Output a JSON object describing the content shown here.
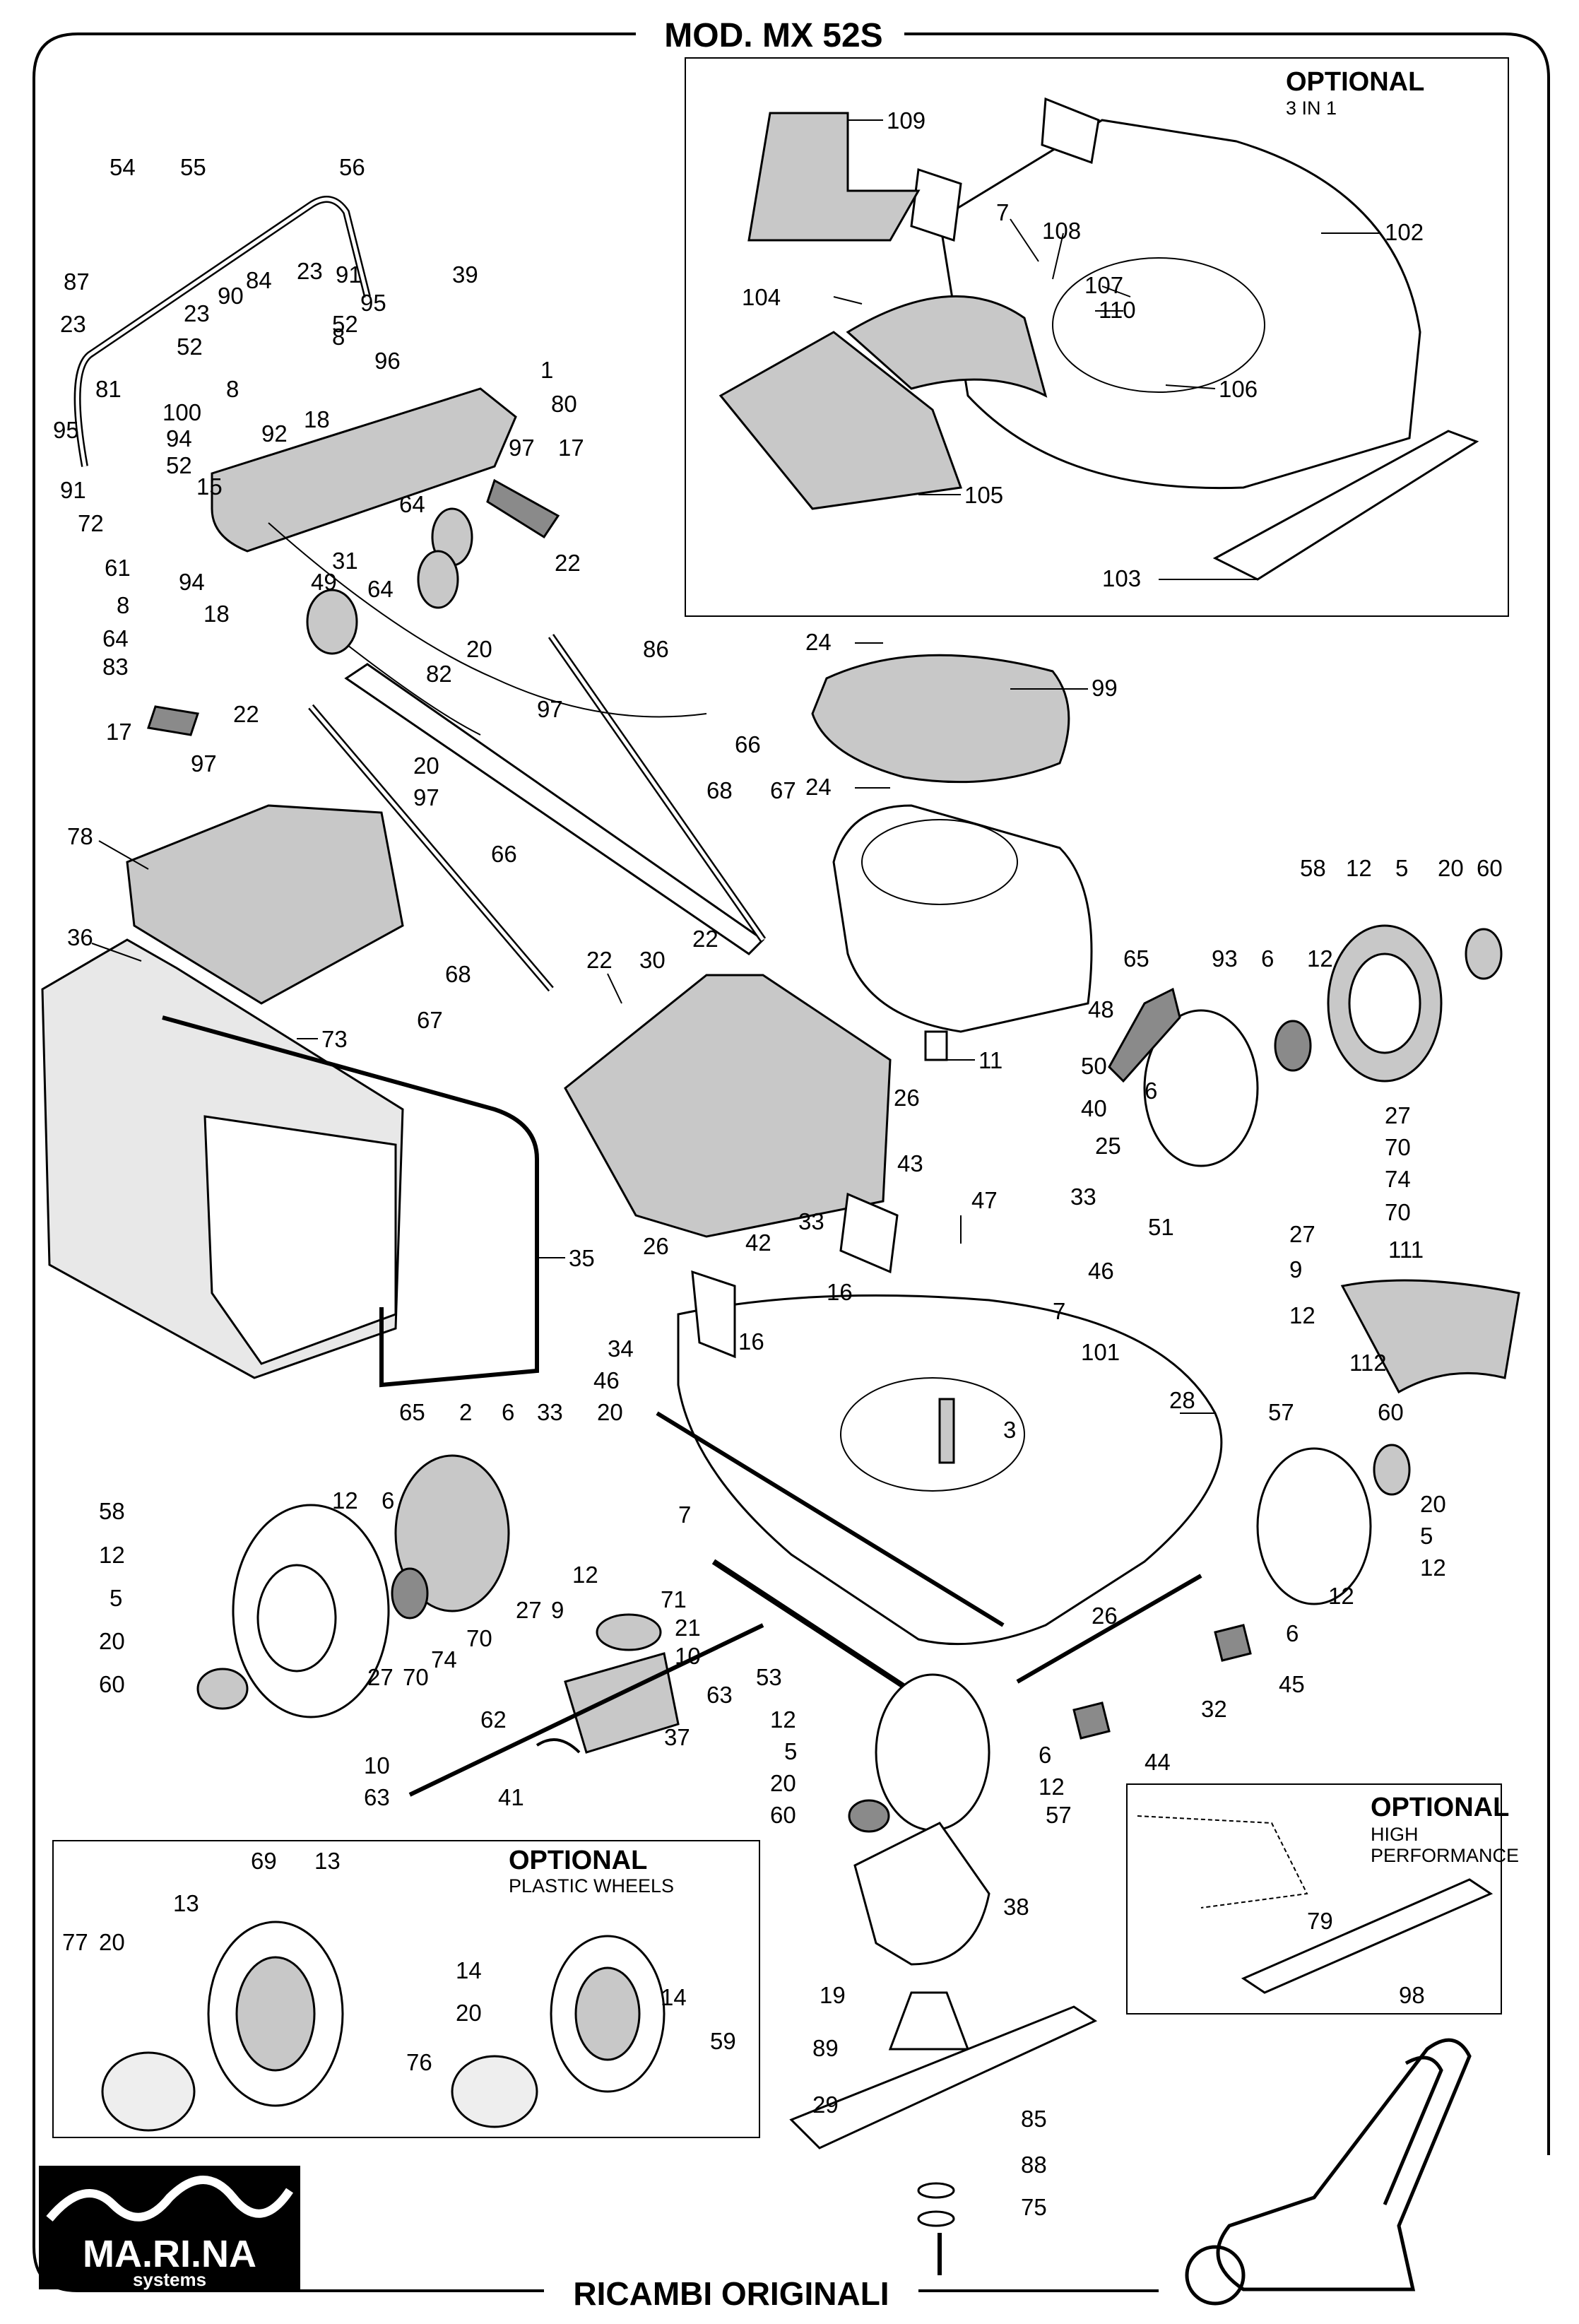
{
  "header": {
    "title": "MOD. MX 52S",
    "footer": "RICAMBI ORIGINALI"
  },
  "logo": {
    "name": "MA.RI.NA",
    "sub": "systems"
  },
  "optional_boxes": {
    "three_in_one": {
      "title": "OPTIONAL",
      "subtitle": "3 IN 1"
    },
    "high_performance": {
      "title": "OPTIONAL",
      "subtitle_1": "HIGH",
      "subtitle_2": "PERFORMANCE"
    },
    "plastic_wheels": {
      "title": "OPTIONAL",
      "subtitle": "PLASTIC WHEELS"
    }
  },
  "callouts": [
    "109",
    "7",
    "108",
    "102",
    "107",
    "104",
    "110",
    "106",
    "105",
    "103",
    "54",
    "55",
    "56",
    "87",
    "23",
    "84",
    "23",
    "91",
    "39",
    "90",
    "95",
    "52",
    "52",
    "8",
    "96",
    "1",
    "80",
    "81",
    "8",
    "100",
    "92",
    "18",
    "95",
    "94",
    "52",
    "97",
    "17",
    "91",
    "15",
    "64",
    "72",
    "61",
    "94",
    "31",
    "49",
    "22",
    "8",
    "18",
    "64",
    "64",
    "20",
    "86",
    "83",
    "82",
    "97",
    "17",
    "22",
    "97",
    "20",
    "97",
    "66",
    "24",
    "99",
    "24",
    "78",
    "66",
    "68",
    "67",
    "36",
    "22",
    "22",
    "30",
    "68",
    "67",
    "73",
    "58",
    "12",
    "5",
    "20",
    "60",
    "65",
    "93",
    "6",
    "12",
    "48",
    "50",
    "11",
    "40",
    "6",
    "27",
    "25",
    "70",
    "74",
    "33",
    "51",
    "27",
    "70",
    "26",
    "43",
    "35",
    "26",
    "42",
    "47",
    "16",
    "46",
    "9",
    "12",
    "7",
    "16",
    "34",
    "101",
    "111",
    "112",
    "65",
    "2",
    "6",
    "33",
    "20",
    "46",
    "28",
    "3",
    "57",
    "60",
    "58",
    "12",
    "6",
    "7",
    "12",
    "20",
    "5",
    "12",
    "12",
    "5",
    "20",
    "60",
    "27",
    "9",
    "70",
    "74",
    "70",
    "27",
    "71",
    "21",
    "10",
    "63",
    "62",
    "37",
    "26",
    "12",
    "6",
    "45",
    "53",
    "32",
    "44",
    "12",
    "5",
    "20",
    "60",
    "57",
    "6",
    "12",
    "10",
    "63",
    "41",
    "38",
    "79",
    "98",
    "69",
    "13",
    "13",
    "77",
    "20",
    "14",
    "20",
    "14",
    "76",
    "59",
    "19",
    "89",
    "29",
    "85",
    "88",
    "75"
  ]
}
